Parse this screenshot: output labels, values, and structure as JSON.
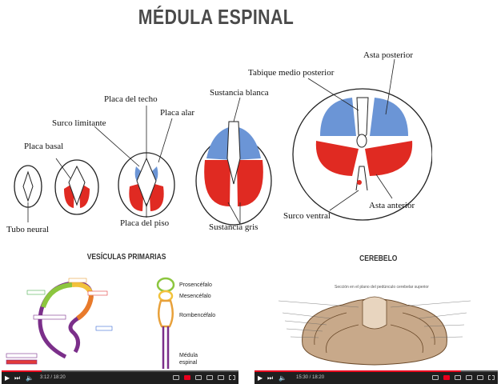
{
  "page_title": "MÉDULA ESPINAL",
  "diagram": {
    "labels": {
      "tubo_neural": "Tubo neural",
      "placa_basal": "Placa basal",
      "surco_limitante": "Surco limitante",
      "placa_del_techo": "Placa del techo",
      "placa_alar": "Placa alar",
      "placa_del_piso": "Placa del piso",
      "sustancia_blanca": "Sustancia blanca",
      "sustancia_gris": "Sustancia gris",
      "tabique": "Tabique medio posterior",
      "asta_posterior": "Asta posterior",
      "asta_anterior": "Asta anterior",
      "surco_ventral": "Surco ventral"
    },
    "colors": {
      "alar": "#6b95d6",
      "basal": "#e02a22"
    }
  },
  "left_video": {
    "section_title": "VESÍCULAS PRIMARIAS",
    "labels": {
      "prosencefalo": "Prosencéfalo",
      "mesencefalo": "Mesencéfalo",
      "rombencefalo": "Rombencéfalo",
      "medula": "Médula",
      "espinal": "espinal"
    },
    "time": "3:12 / 18:20",
    "progress": 0.17
  },
  "right_video": {
    "section_title": "CEREBELO",
    "figure_caption": "Sección en el plano del pedúnculo cerebelar superior",
    "time": "15:30 / 18:20",
    "progress": 0.85
  }
}
